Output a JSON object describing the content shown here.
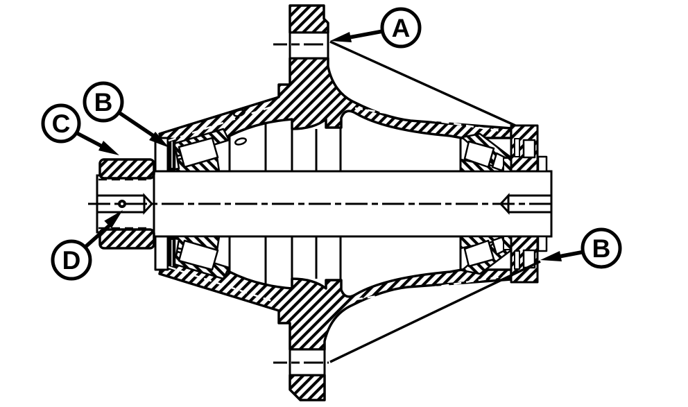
{
  "diagram": {
    "description": "Cross-section engineering drawing of a wheel hub and spindle assembly with tapered roller bearings",
    "background_color": "#ffffff",
    "line_color": "#000000",
    "callouts": [
      {
        "label": "A"
      },
      {
        "label": "B"
      },
      {
        "label": "C"
      },
      {
        "label": "D"
      },
      {
        "label": "B"
      }
    ]
  }
}
